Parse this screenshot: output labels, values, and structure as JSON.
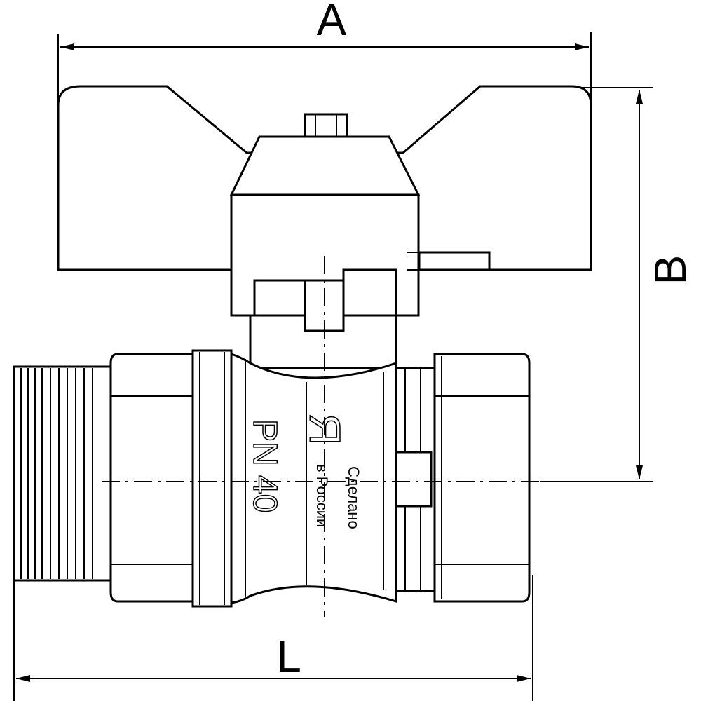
{
  "drawing": {
    "title": "Ball valve with butterfly handle",
    "dimensions": {
      "width_label": "A",
      "height_label": "B",
      "length_label": "L"
    },
    "body_marking": {
      "pressure": "PN 40",
      "made_in_line1": "Сделано",
      "made_in_line2": "в России",
      "logo_letter": "Я"
    },
    "line_color": "#000000",
    "background": "#ffffff"
  }
}
